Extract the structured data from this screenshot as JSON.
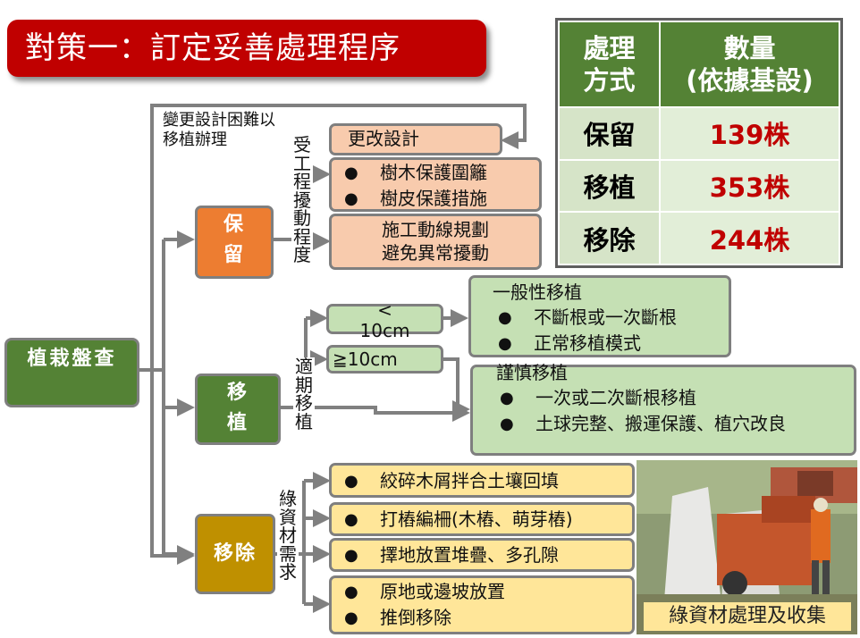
{
  "title": "對策一：訂定妥善處理程序",
  "root": "植栽盤查",
  "categories": {
    "keep": "保留",
    "move": "移植",
    "remove": "移除"
  },
  "notes": {
    "redesign": "變更設計困難以移植辦理"
  },
  "vertical_labels": {
    "keep": [
      "受",
      "工",
      "程",
      "擾",
      "動",
      "程",
      "度"
    ],
    "move": [
      "適",
      "期",
      "移",
      "植"
    ],
    "remove": [
      "綠",
      "資",
      "材",
      "需",
      "求"
    ]
  },
  "keep_boxes": {
    "b1": "更改設計",
    "b2": [
      "樹木保護圍籬",
      "樹皮保護措施"
    ],
    "b3": [
      "施工動線規劃",
      "避免異常擾動"
    ]
  },
  "move_boxes": {
    "small": [
      "<",
      "10cm"
    ],
    "large": "≧10cm",
    "general": {
      "title": "一般性移植",
      "items": [
        "不斷根或一次斷根",
        "正常移植模式"
      ]
    },
    "careful": {
      "title": "謹慎移植",
      "items": [
        "一次或二次斷根移植",
        "土球完整、搬運保護、植穴改良"
      ]
    }
  },
  "remove_boxes": {
    "r1": [
      "絞碎木屑拌合土壤回填"
    ],
    "r2": [
      "打樁編柵(木樁、萌芽樁)"
    ],
    "r3": [
      "擇地放置堆疊、多孔隙"
    ],
    "r4": [
      "原地或邊坡放置",
      "推倒移除"
    ]
  },
  "bullet": "●",
  "table": {
    "header": [
      "處理\n方式",
      "數量\n(依據基設)"
    ],
    "rows": [
      {
        "method": "保留",
        "count": "139株"
      },
      {
        "method": "移植",
        "count": "353株"
      },
      {
        "method": "移除",
        "count": "244株"
      }
    ]
  },
  "photo_caption": "綠資材處理及收集",
  "colors": {
    "title_red": "#c00000",
    "dark_green": "#548235",
    "orange": "#ed7d31",
    "gold": "#bf9000",
    "pink": "#f8cbad",
    "light_green": "#c5e0b4",
    "light_yellow": "#ffe699",
    "line_gray": "#808080"
  }
}
